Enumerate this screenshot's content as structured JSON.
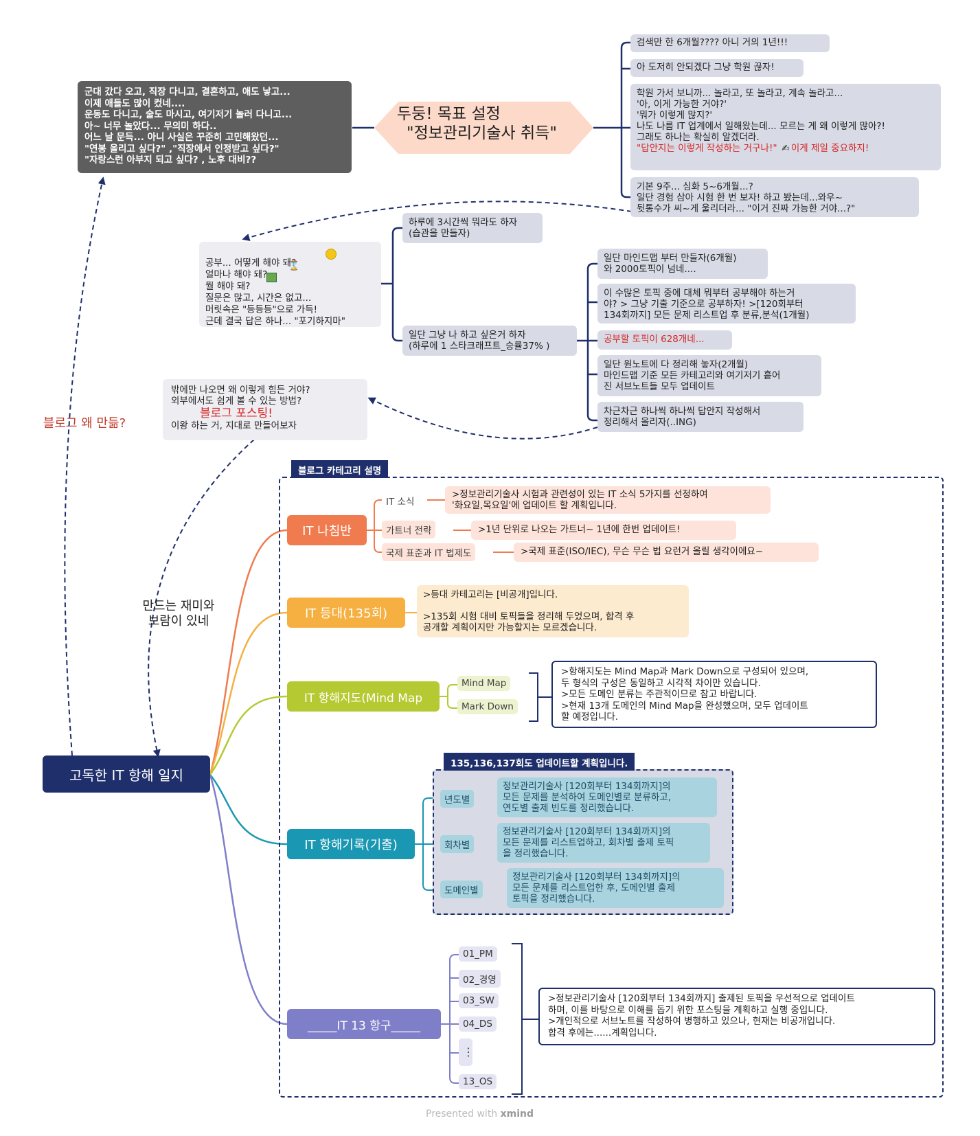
{
  "background_story": "군대 갔다 오고, 직장 다니고, 결혼하고, 애도 낳고...\n이제 애들도 많이 컸네....\n운동도 다니고,  술도 마시고, 여기저기 놀러 다니고...\n아~ 너무 놀았다... 무의미 하다..\n어느 날 문득... 아니 사실은 꾸준히 고민해왔던...\n\"연봉 올리고 싶다?\" ,\"직장에서 인정받고 싶다?\"\n\"자랑스런 아부지 되고 싶다? , 노후 대비??",
  "goal": {
    "line1": "두둥! 목표 설정",
    "line2": "\"정보관리기술사 취득\""
  },
  "search_notes": [
    "검색만  한 6개월???? 아니 거의 1년!!!",
    "아 도저히 안되겠다 그냥 학원 끊자!",
    "학원 가서 보니까... 놀라고, 또 놀라고, 계속 놀라고...\n'아, 이게 가능한 거야?'\n'뭐가 이렇게 많지?'\n나도 나름 IT 업계에서 일해왔는데... 모르는 게 왜 이렇게 많아?!\n그래도 하나는 확실히 알겠더라.",
    "기본 9주... 심화 5~6개월...?\n일단 경험 삼아 시험 한 번 보자! 하고 봤는데...와우~\n뒷통수가 씨~게 울리더라... \"이거 진짜 가능한 거야...?\""
  ],
  "search_highlight": {
    "quote": "\"답안지는 이렇게 작성하는 거구나!\"",
    "icon": "writing-hand-icon",
    "emphasis": "이게 제일 중요하지!"
  },
  "study": {
    "question": "공부... 어떻게 해야 돼?\n얼마나 해야 돼?\n뭘 해야 돼?\n질문은 많고, 시간은 없고...\n머릿속은 \"등등등\"으로 가득!\n근데 결국 답은 하나... \"포기하지마\"",
    "question_icons": [
      "thinking-face-icon",
      "hourglass-icon",
      "books-icon"
    ],
    "habit": "하루에 3시간씩 뭐라도 하자\n(습관을 만들자)",
    "just_do": "일단 그냥 나 하고 싶은거 하자\n(하루에 1 스타크래프트_승률37% )",
    "steps": [
      "일단 마인드맵 부터 만들자(6개월)\n와  2000토픽이 넘네....",
      "이 수많은 토픽 중에 대체 뭐부터 공부해야 하는거\n야? > 그냥 기출 기준으로 공부하자! >[120회부터\n134회까지] 모든 문제 리스트업 후 분류,분석(1개월)",
      "공부할 토픽이 628개네...",
      "일단 원노트에 다 정리해 놓자(2개월)\n마인드맵 기준 모든 카테고리와 여기저기 흩어\n진 서브노트들 모두 업데이트",
      "차근차근 하나씩 하나씩  답안지 작성해서\n정리해서 올리자(..ING)"
    ]
  },
  "blog": {
    "text_top": "밖에만 나오면 왜 이렇게 힘든 거야?\n외부에서도 쉽게 볼 수 있는 방법?",
    "highlight": "블로그 포스팅!",
    "text_bottom": "이왕 하는 거, 지대로 만들어보자"
  },
  "labels": {
    "why_blog": "블로그 왜 만듦?",
    "fun": "만드는 재미와\n보람이 있네"
  },
  "root": "고독한 IT 항해 일지",
  "category_tag": "블로그 카테고리 설명",
  "branches": {
    "news": {
      "label": "IT 나침반",
      "color": "#ef7b4f",
      "items": [
        {
          "name": "IT 소식",
          "desc": ">정보관리기술사 시험과 관련성이 있는 IT 소식 5가지를 선정하여\n '화요일,목요일'에 업데이트 할 계획입니다."
        },
        {
          "name": "가트너  전략",
          "desc": ">1년 단위로 나오는 가트너~ 1년에 한번 업데이트!"
        },
        {
          "name": "국제 표준과 IT 법제도",
          "desc": ">국제 표준(ISO/IEC), 무슨 무슨 법 요런거 올릴 생각이에요~"
        }
      ]
    },
    "lamp": {
      "label": "IT 등대(135회)",
      "color": "#f5b041",
      "desc": ">등대 카테고리는 [비공개]입니다.\n\n>135회 시험 대비 토픽들을 정리해 두었으며, 합격 후\n 공개할 계획이지만 가능할지는 모르겠습니다."
    },
    "chart": {
      "label": "IT 항해지도(Mind Map",
      "color": "#b5c932",
      "items": [
        "Mind Map",
        "Mark Down"
      ],
      "desc": ">항해지도는 Mind Map과 Mark Down으로 구성되어 있으며,\n 두 형식의 구성은 동일하고 시각적 차이만 있습니다.\n>모든 도메인 분류는 주관적이므로 참고 바랍니다.\n>현재 13개 도메인의 Mind Map을 완성했으며, 모두 업데이트\n 할 예정입니다."
    },
    "log": {
      "label": "IT 항해기록(기출)",
      "color": "#1997b3",
      "tag": "135,136,137회도 업데이트할 계획입니다.",
      "items": [
        {
          "name": "년도별",
          "desc": "정보관리기술사 [120회부터 134회까지]의\n모든 문제를 분석하여 도메인별로 분류하고,\n연도별 출제 빈도를 정리했습니다."
        },
        {
          "name": "회차별",
          "desc": "정보관리기술사 [120회부터 134회까지]의\n모든 문제를 리스트업하고, 회차별 출제 토픽\n을 정리했습니다."
        },
        {
          "name": "도메인별",
          "desc": "정보관리기술사 [120회부터 134회까지]의\n모든 문제를 리스트업한 후, 도메인별 출제\n토픽을 정리했습니다."
        }
      ]
    },
    "port": {
      "label": "_____IT 13 항구_____",
      "color": "#7f7fc9",
      "items": [
        "01_PM",
        "02_경영",
        "03_SW",
        "04_DS",
        "⋮",
        "13_OS"
      ],
      "desc": ">정보관리기술사 [120회부터 134회까지] 출제된 토픽을 우선적으로 업데이트\n 하며, 이를 바탕으로 이해를 돕기 위한 포스팅을 계획하고 실행 중입니다.\n>개인적으로 서브노트를 작성하여 병행하고 있으나, 현재는 비공개입니다.\n 합격 후에는......계획입니다."
    }
  },
  "footer": {
    "prefix": "Presented with ",
    "brand": "xmind"
  },
  "colors": {
    "navy": "#1f2f6b",
    "goal": "#fcd9c8",
    "dark_box": "#5e5e5e",
    "highlight_red": "#d62828"
  }
}
